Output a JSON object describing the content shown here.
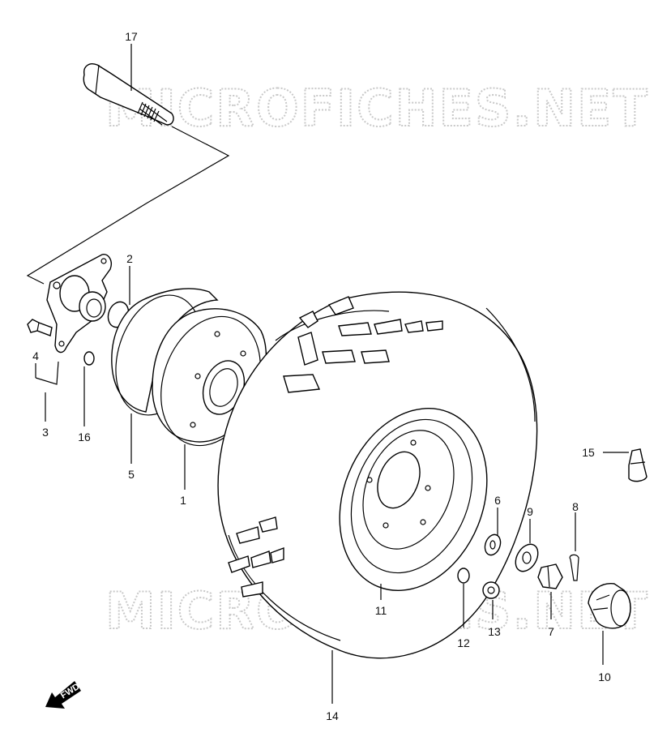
{
  "watermark": "MICROFICHES.NET",
  "fwd_label": "FWD",
  "callouts": [
    "17",
    "2",
    "4",
    "3",
    "16",
    "5",
    "1",
    "15",
    "6",
    "9",
    "8",
    "12",
    "13",
    "7",
    "11",
    "10",
    "14"
  ]
}
